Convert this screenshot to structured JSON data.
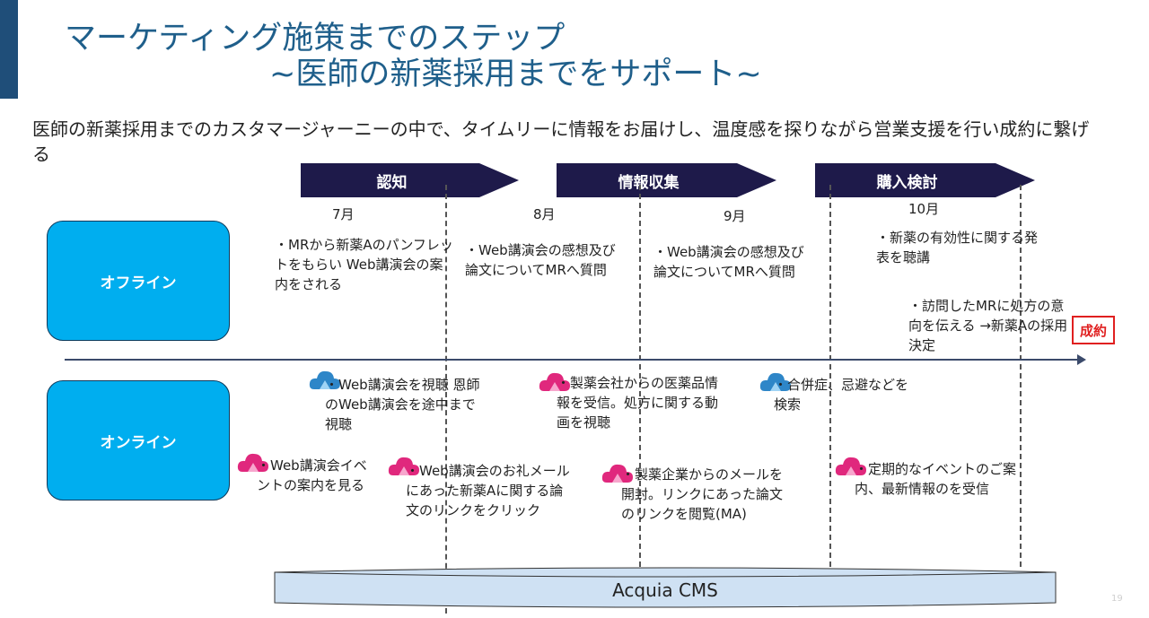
{
  "slide": {
    "title_line1": "マーケティング施策までのステップ",
    "title_line2": "~医師の新薬採用までをサポート~",
    "description": "医師の新薬採用までのカスタマージャーニーの中で、タイムリーに情報をお届けし、温度感を探りながら営業支援を行い成約に繋げる",
    "page_number": "19"
  },
  "phases": [
    {
      "label": "認知"
    },
    {
      "label": "情報収集"
    },
    {
      "label": "購入検討"
    }
  ],
  "months": [
    "7月",
    "8月",
    "9月",
    "10月"
  ],
  "channels": {
    "offline": "オフライン",
    "online": "オンライン"
  },
  "offline_notes": [
    "・MRから新薬Aのパンフレットをもらい Web講演会の案内をされる",
    "・Web講演会の感想及び論文についてMRへ質問",
    "・Web講演会の感想及び論文についてMRへ質問",
    "・新薬の有効性に関する発表を聴講",
    "・訪問したMRに処方の意向を伝える →新薬Aの採用決定"
  ],
  "online_notes": [
    "・Web講演会を視聴 恩師のWeb講演会を途中まで視聴",
    "・製薬会社からの医薬品情報を受信。処方に関する動画を視聴",
    "・合併症、忌避などを検索",
    "・Web講演会イベントの案内を見る",
    "・Web講演会のお礼メールにあった新薬Aに関する論文のリンクをクリック",
    "・製薬企業からのメールを開封。リンクにあった論文のリンクを閲覧(MA)",
    "・定期的なイベントのご案内、最新情報のを受信"
  ],
  "deal_label": "成約",
  "cms_label": "Acquia CMS",
  "colors": {
    "title": "#1f5f8b",
    "sidebar": "#1f4e79",
    "phase_arrow": "#1e1a4a",
    "channel_box": "#00aeef",
    "deal": "#e02020",
    "cms_fill": "#cfe1f3",
    "cloud_blue": "#2e86c8",
    "cloud_pink": "#e0287d"
  },
  "icons": {
    "blue": "cloud-blue-icon",
    "pink": "cloud-pink-icon"
  }
}
